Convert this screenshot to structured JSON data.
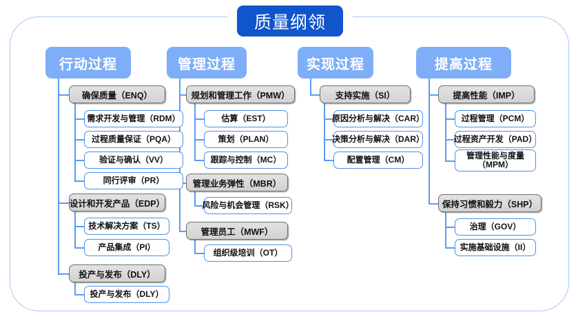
{
  "diagram": {
    "type": "tree",
    "root": {
      "label": "质量纲领"
    },
    "colors": {
      "root_bg": "#1155cc",
      "level1_bg": "#7eaef7",
      "level2_bg": "#dcdcdc",
      "level2_border": "#6f6f6f",
      "level3_border": "#4a90e2",
      "connector": "#5b9bf0",
      "frame_border": "#a9c8ee",
      "page_bg": "#ffffff"
    },
    "columns": [
      {
        "id": "action-process",
        "label": "行动过程",
        "groups": [
          {
            "label": "确保质量（ENQ）",
            "items": [
              "需求开发与管理（RDM）",
              "过程质量保证（PQA）",
              "验证与确认（VV）",
              "同行评审（PR）"
            ]
          },
          {
            "label": "设计和开发产品（EDP）",
            "items": [
              "技术解决方案（TS）",
              "产品集成（PI）"
            ]
          },
          {
            "label": "投产与发布（DLY）",
            "items": [
              "投产与发布（DLY）"
            ]
          }
        ]
      },
      {
        "id": "management-process",
        "label": "管理过程",
        "groups": [
          {
            "label": "规划和管理工作（PMW）",
            "items": [
              "估算（EST）",
              "策划（PLAN）",
              "跟踪与控制（MC）"
            ]
          },
          {
            "label": "管理业务弹性（MBR）",
            "items": [
              "风险与机会管理（RSK）"
            ]
          },
          {
            "label": "管理员工（MWF）",
            "items": [
              "组织级培训（OT）"
            ]
          }
        ]
      },
      {
        "id": "realization-process",
        "label": "实现过程",
        "groups": [
          {
            "label": "支持实施（SI）",
            "items": [
              "原因分析与解决（CAR）",
              "决策分析与解决（DAR）",
              "配置管理（CM）"
            ]
          }
        ]
      },
      {
        "id": "improvement-process",
        "label": "提高过程",
        "groups": [
          {
            "label": "提高性能（IMP）",
            "items": [
              "过程管理（PCM）",
              "过程资产开发（PAD）",
              "管理性能与度量\n（MPM）"
            ]
          },
          {
            "label": "保持习惯和毅力（SHP）",
            "items": [
              "治理（GOV）",
              "实施基础设施（II）"
            ]
          }
        ]
      }
    ]
  }
}
